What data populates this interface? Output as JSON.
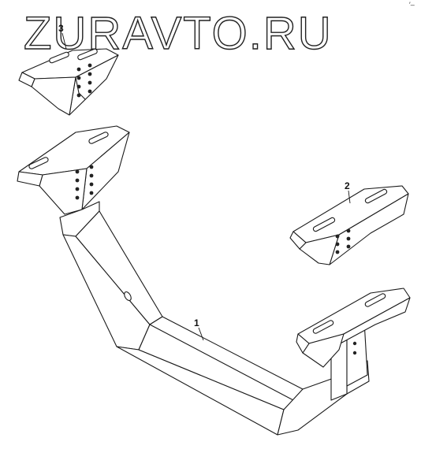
{
  "watermark": "ZURAVTO.RU",
  "corner_mark": "′–",
  "callouts": [
    {
      "id": "1",
      "label": "1"
    },
    {
      "id": "2",
      "label": "2"
    },
    {
      "id": "3",
      "label": "3"
    }
  ],
  "colors": {
    "line": "#1a1a1a",
    "background": "#ffffff"
  }
}
